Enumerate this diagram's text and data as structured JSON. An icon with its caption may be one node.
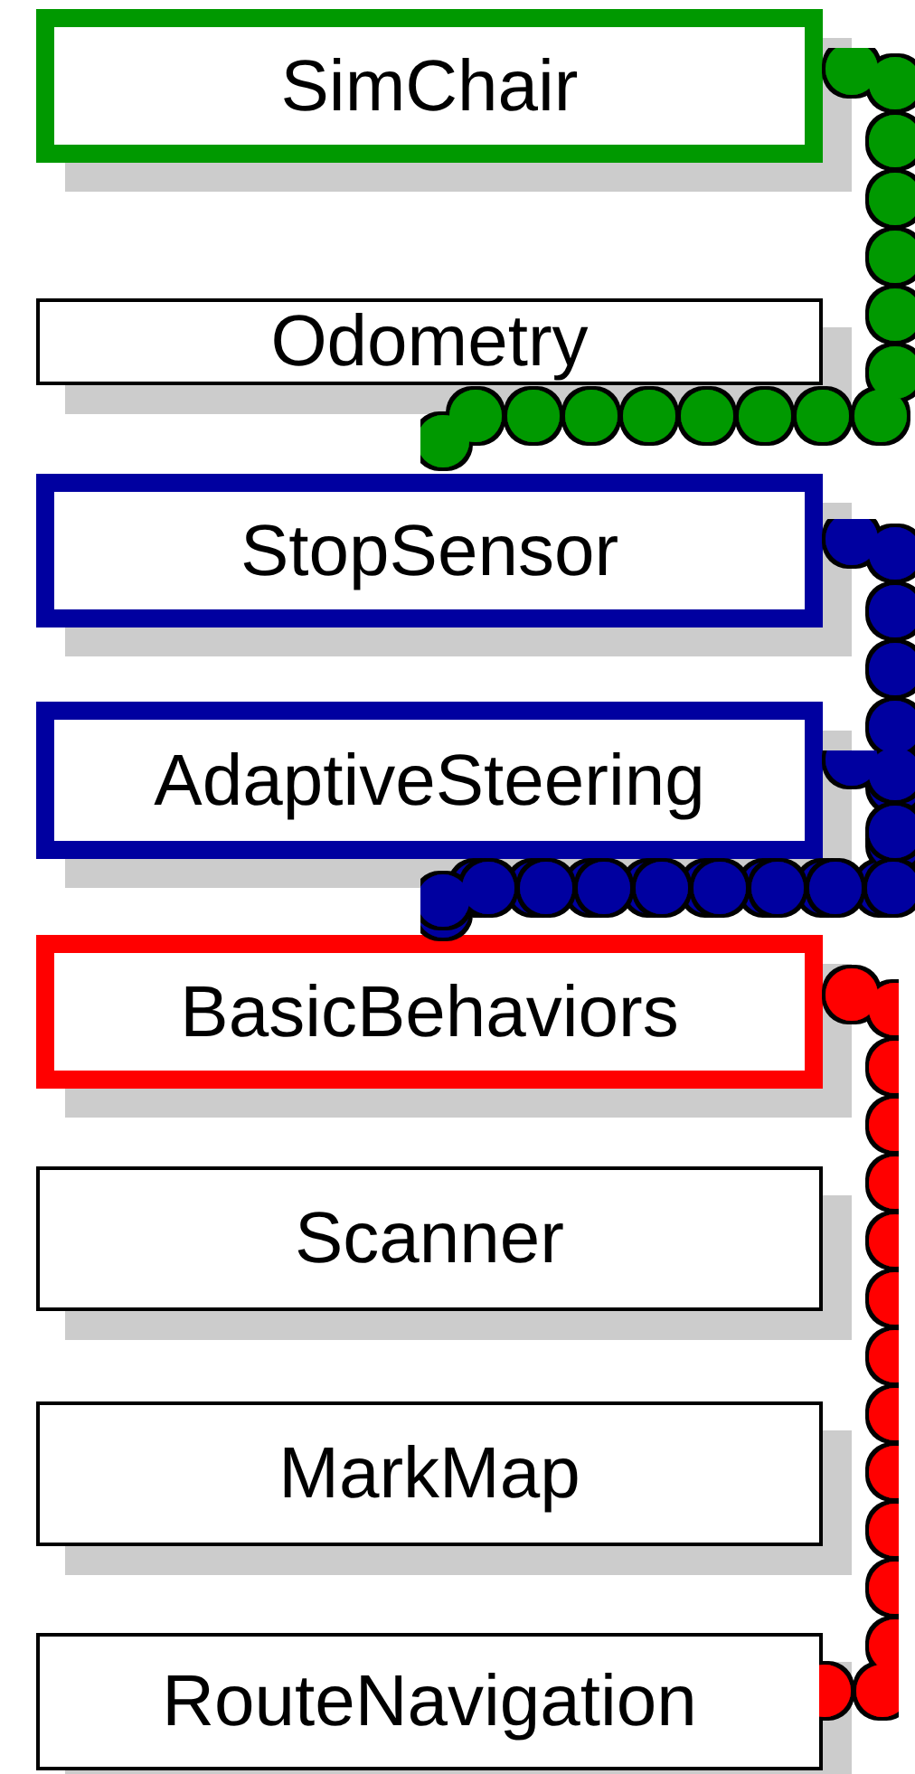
{
  "diagram": {
    "nodes": [
      {
        "text": [
          "SimChair"
        ]
      },
      {
        "text": [
          "Odometry"
        ]
      },
      {
        "text": [
          "StopSensor"
        ]
      },
      {
        "text": [
          "AdaptiveSteering"
        ]
      },
      {
        "text": [
          "BasicBehaviors"
        ]
      },
      {
        "text": [
          "Scanner"
        ]
      },
      {
        "text": [
          "MarkMap"
        ]
      },
      {
        "text": [
          "RouteNavigation"
        ]
      }
    ],
    "edges": [
      {
        "from": 0,
        "to": 2,
        "arrow": "none",
        "color": "#009900"
      },
      {
        "from": 2,
        "to": 4,
        "arrow": "none",
        "color": "#0000a0"
      },
      {
        "from": 3,
        "to": 4,
        "arrow": "none",
        "color": "#0000a0"
      },
      {
        "from": 4,
        "to": 7,
        "arrow": "none",
        "color": "#ff0000"
      }
    ]
  }
}
